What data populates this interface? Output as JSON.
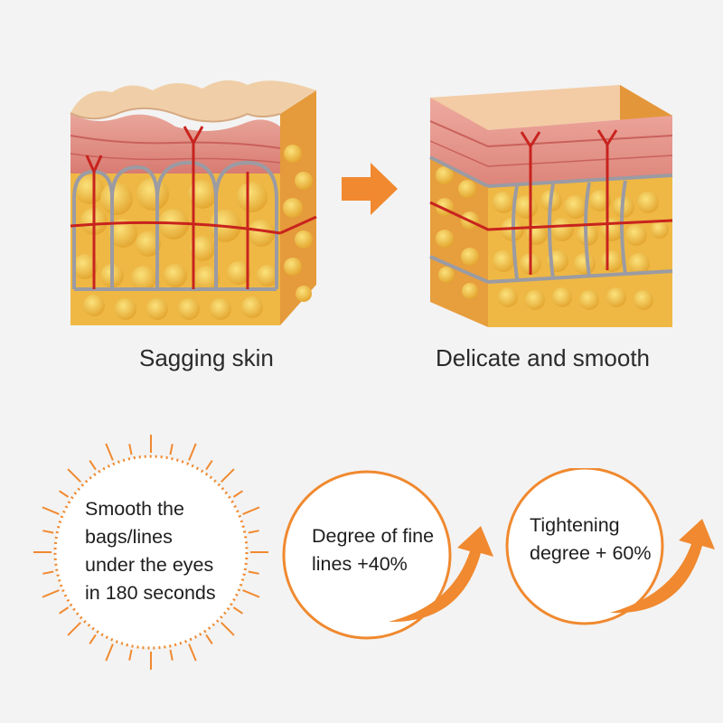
{
  "comparison": {
    "before_caption": "Sagging skin",
    "after_caption": "Delicate and smooth"
  },
  "benefits": [
    {
      "lines": [
        "Smooth the",
        "bags/lines",
        "under the eyes",
        "in 180 seconds"
      ]
    },
    {
      "lines": [
        "Degree of fine",
        "lines +40%"
      ]
    },
    {
      "lines": [
        "Tightening",
        "degree + 60%"
      ]
    }
  ],
  "colors": {
    "accent": "#f0892f",
    "fat": "#f2c14a",
    "dermis": "#e79a8e",
    "surface": "#f3cba4",
    "vessel": "#c8231e",
    "fascia": "#9a9aa4"
  }
}
